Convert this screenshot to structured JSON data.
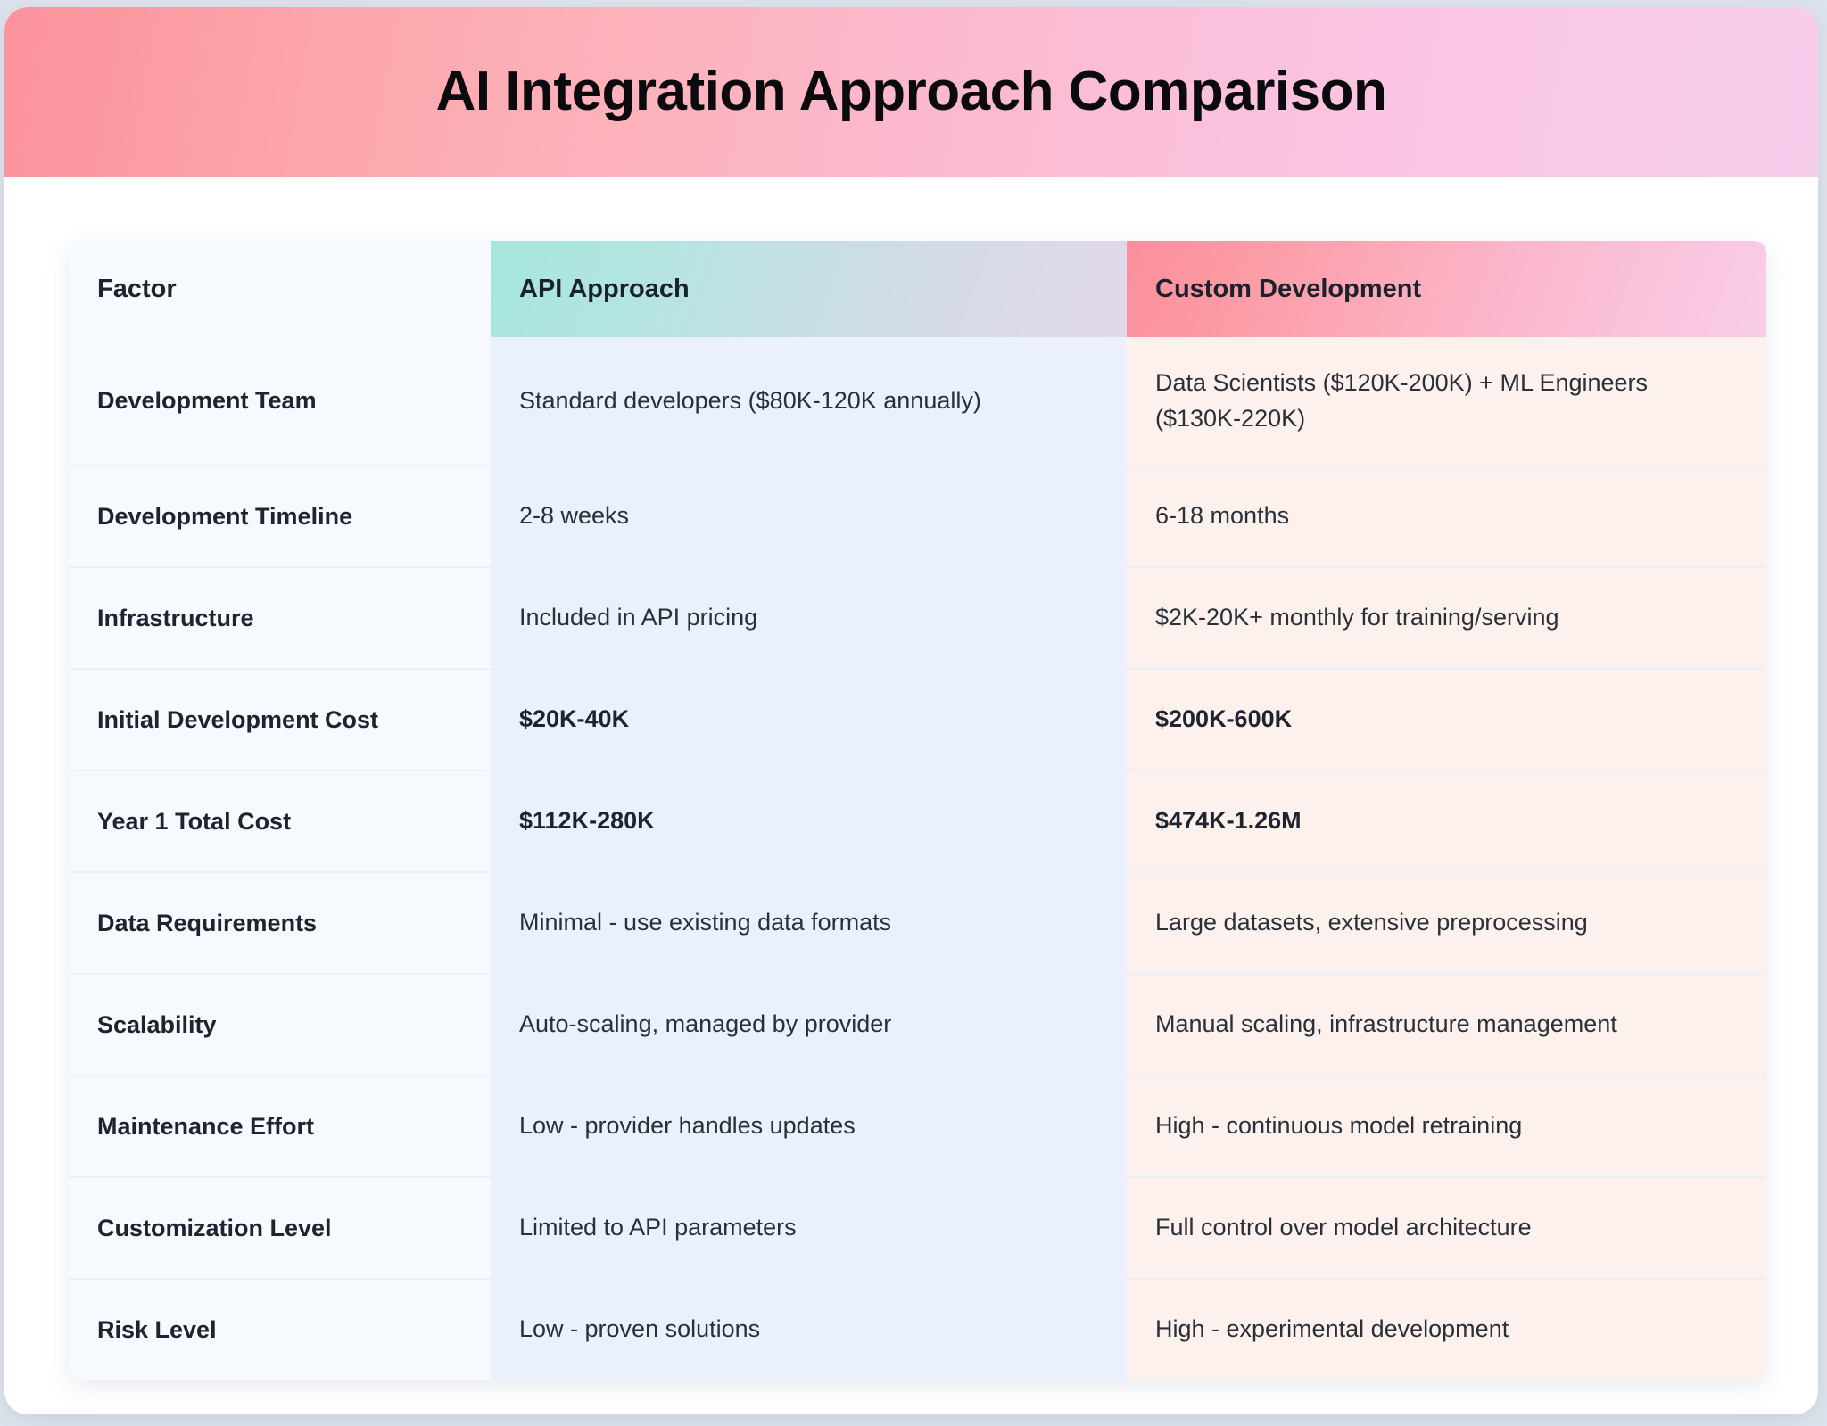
{
  "page": {
    "title": "AI Integration Approach Comparison",
    "background_color": "#dde3ec",
    "card_color": "#ffffff"
  },
  "banner": {
    "gradient_from": "#fb929c",
    "gradient_to": "#f7cdec"
  },
  "table": {
    "headers": {
      "factor": "Factor",
      "api": "API Approach",
      "custom": "Custom Development"
    },
    "header_colors": {
      "api_from": "#a6e6dd",
      "api_to": "#e2d8ea",
      "custom_from": "#fb8f9b",
      "custom_to": "#f9cde7"
    },
    "column_colors": {
      "factor": "#f6f9fd",
      "api": "#eaf0fc",
      "custom": "#fdf1ed"
    },
    "rows": [
      {
        "factor": "Development Team",
        "api": "Standard developers ($80K-120K annually)",
        "custom": "Data Scientists ($120K-200K) + ML Engineers ($130K-220K)",
        "emphasis": false
      },
      {
        "factor": "Development Timeline",
        "api": "2-8 weeks",
        "custom": "6-18 months",
        "emphasis": false
      },
      {
        "factor": "Infrastructure",
        "api": "Included in API pricing",
        "custom": "$2K-20K+ monthly for training/serving",
        "emphasis": false
      },
      {
        "factor": "Initial Development Cost",
        "api": "$20K-40K",
        "custom": "$200K-600K",
        "emphasis": true
      },
      {
        "factor": "Year 1 Total Cost",
        "api": "$112K-280K",
        "custom": "$474K-1.26M",
        "emphasis": true
      },
      {
        "factor": "Data Requirements",
        "api": "Minimal - use existing data formats",
        "custom": "Large datasets, extensive preprocessing",
        "emphasis": false
      },
      {
        "factor": "Scalability",
        "api": "Auto-scaling, managed by provider",
        "custom": "Manual scaling, infrastructure management",
        "emphasis": false
      },
      {
        "factor": "Maintenance Effort",
        "api": "Low - provider handles updates",
        "custom": "High - continuous model retraining",
        "emphasis": false
      },
      {
        "factor": "Customization Level",
        "api": "Limited to API parameters",
        "custom": "Full control over model architecture",
        "emphasis": false
      },
      {
        "factor": "Risk Level",
        "api": "Low - proven solutions",
        "custom": "High - experimental development",
        "emphasis": false
      }
    ]
  }
}
